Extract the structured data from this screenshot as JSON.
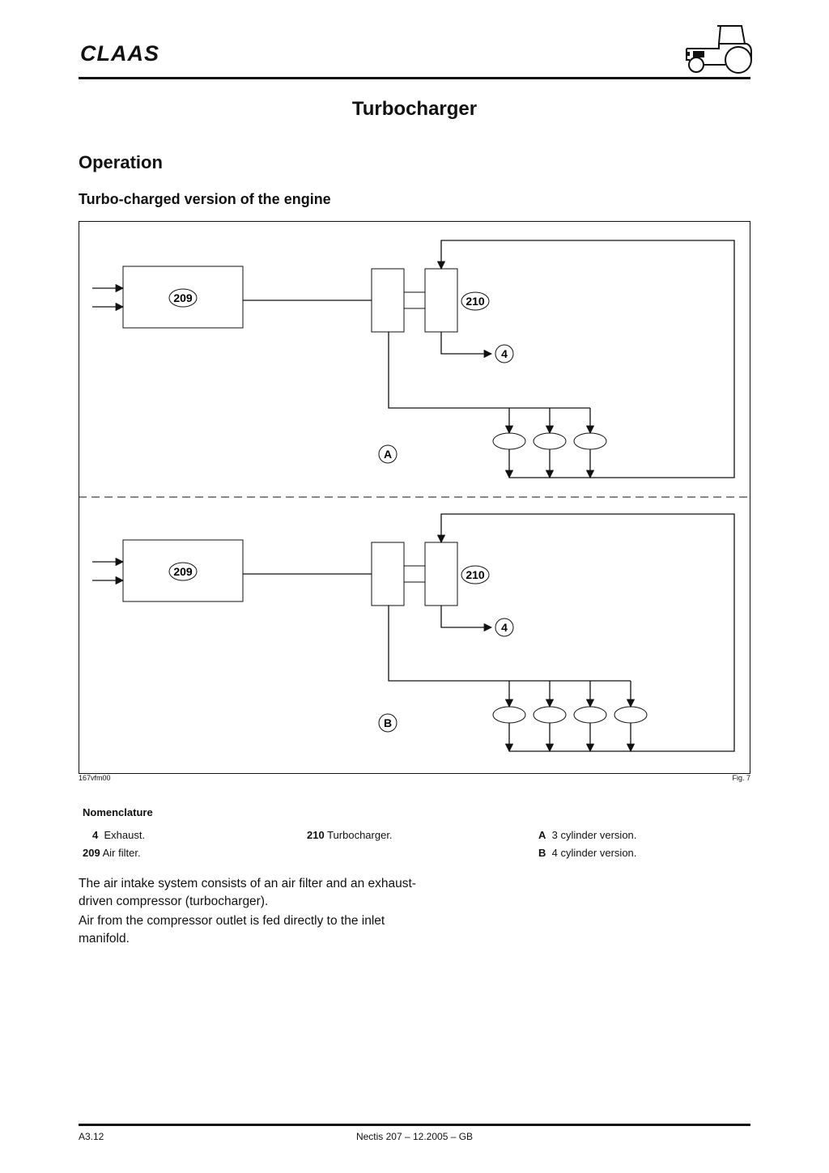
{
  "header": {
    "logo_text": "CLAAS",
    "tractor_icon": "tractor-icon"
  },
  "page_title": "Turbocharger",
  "section_title": "Operation",
  "subsection_title": "Turbo-charged version of the engine",
  "figure": {
    "code": "167vfm00",
    "number": "Fig. 7",
    "labels": {
      "air_filter": "209",
      "turbocharger": "210",
      "exhaust": "4",
      "version_a": "A",
      "version_b": "B"
    },
    "version_a_cylinders": 3,
    "version_b_cylinders": 4
  },
  "nomenclature": {
    "heading": "Nomenclature",
    "items": [
      {
        "key": "4",
        "text": "Exhaust."
      },
      {
        "key": "209",
        "text": "Air filter."
      },
      {
        "key": "210",
        "text": "Turbocharger."
      },
      {
        "key": "A",
        "text": "3 cylinder version."
      },
      {
        "key": "B",
        "text": "4 cylinder version."
      }
    ]
  },
  "body": {
    "paragraph1": "The air intake system consists of an air filter and an exhaust-driven compressor (turbocharger).",
    "paragraph2": "Air from the compressor outlet is fed directly to the inlet manifold."
  },
  "footer": {
    "page": "A3.12",
    "doc": "Nectis 207 – 12.2005 – GB"
  }
}
